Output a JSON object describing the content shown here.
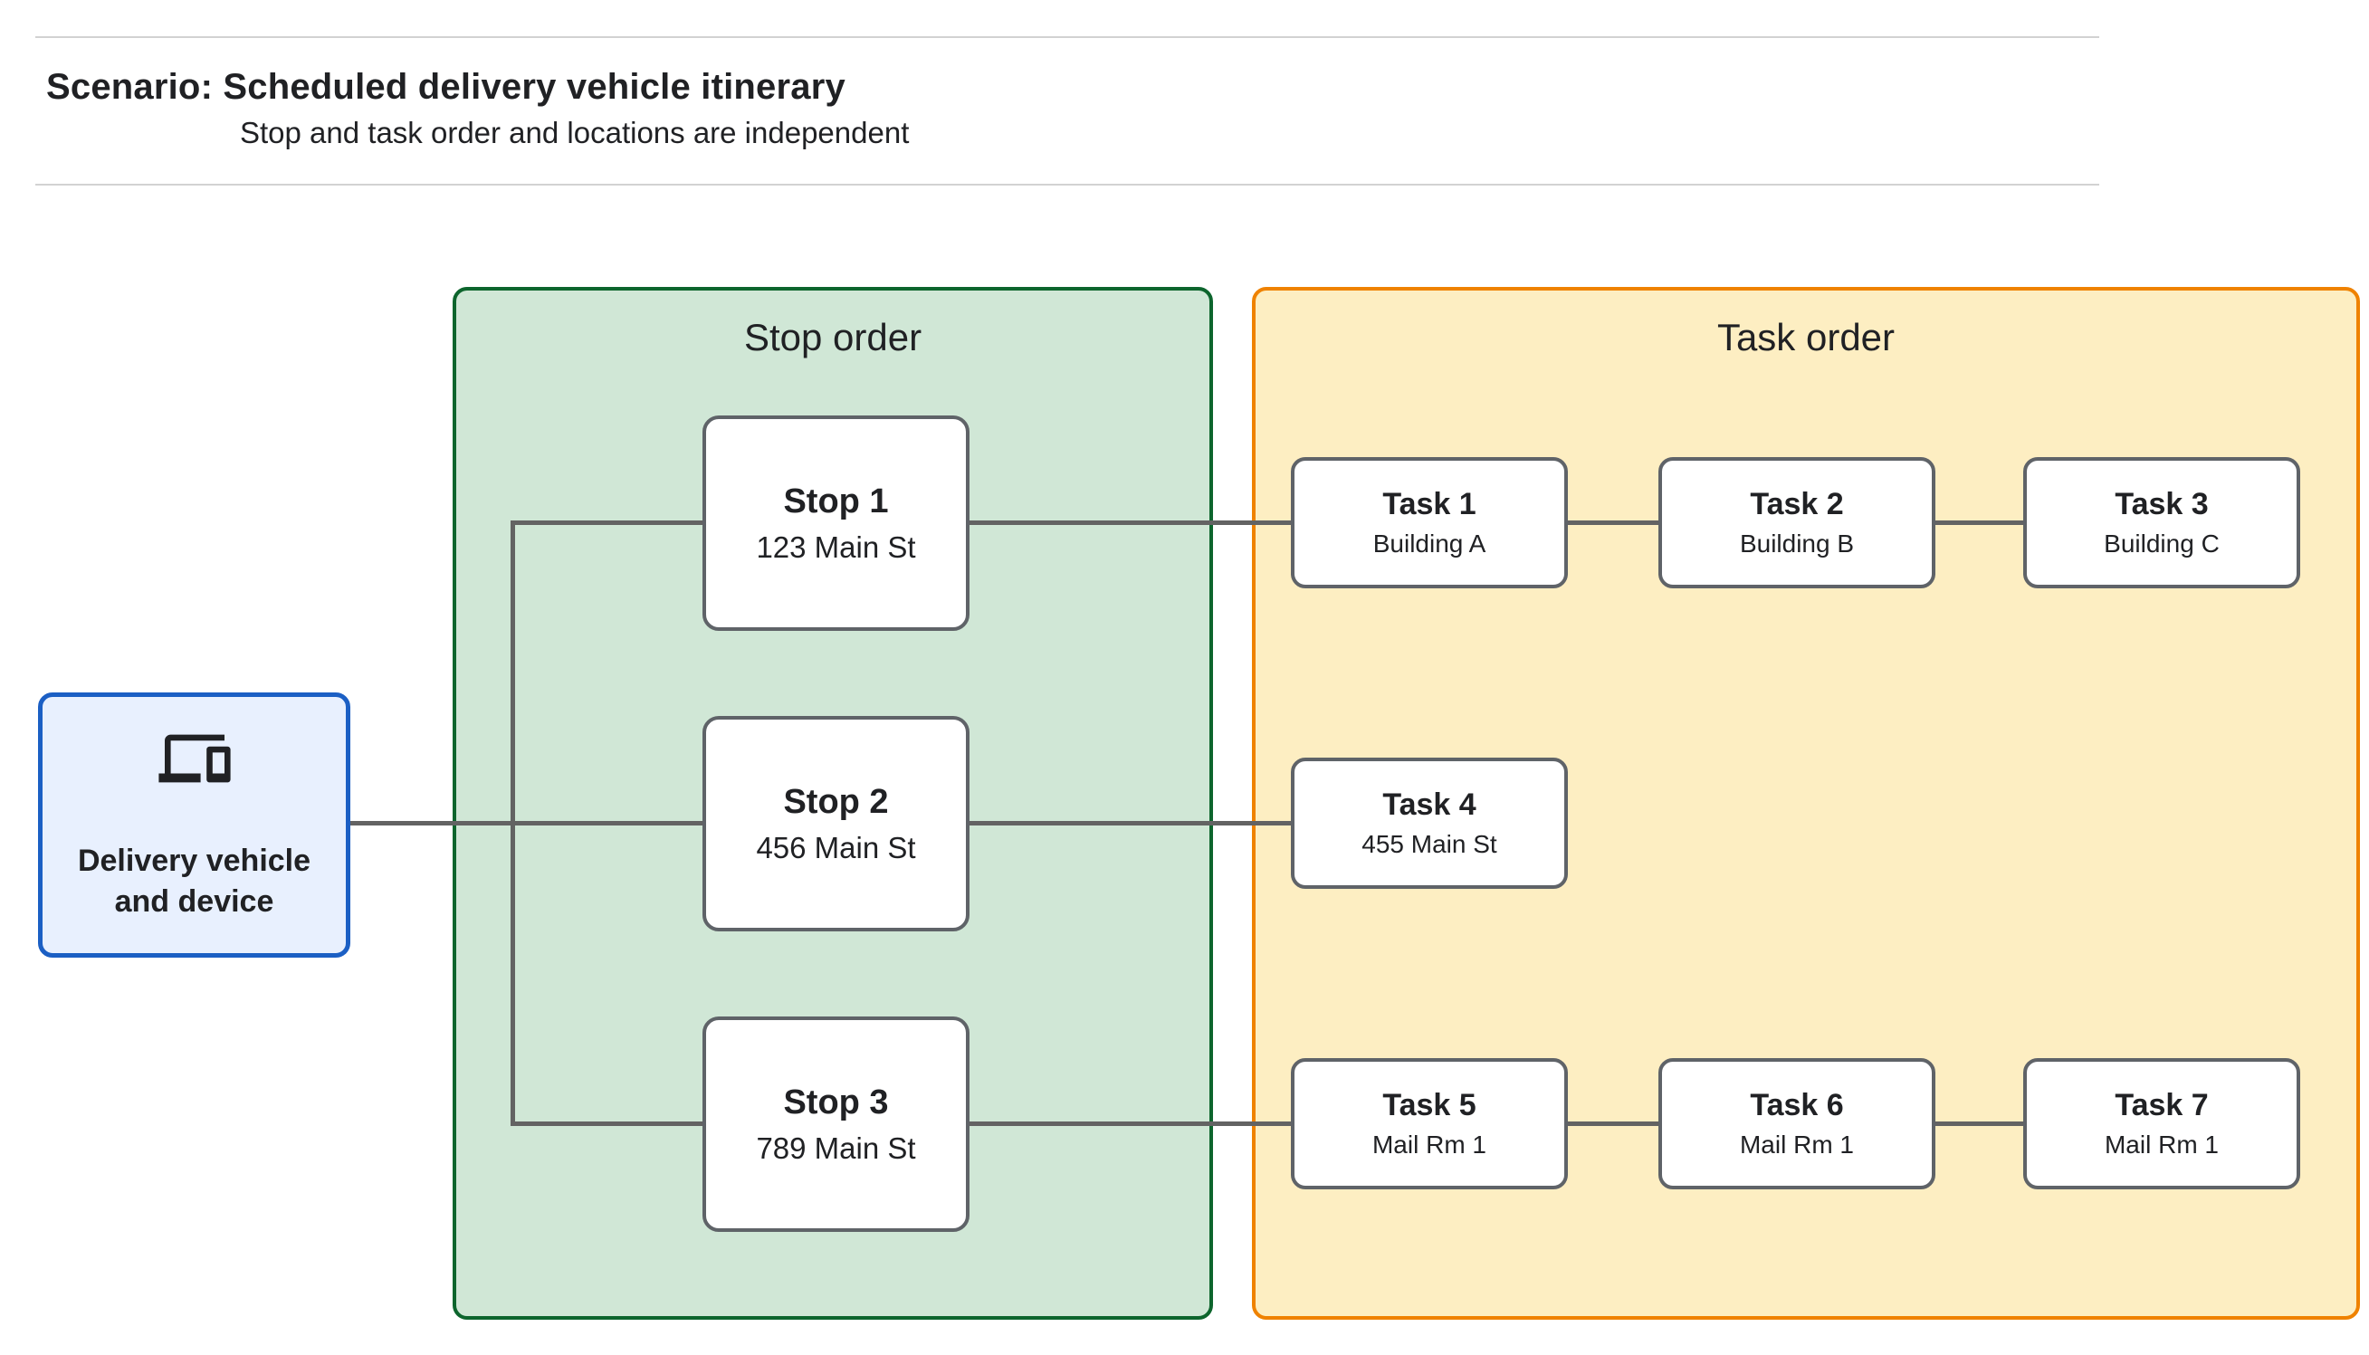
{
  "header": {
    "title": "Scenario: Scheduled delivery vehicle itinerary",
    "subtitle": "Stop and task order and locations are independent"
  },
  "source_node": {
    "label": "Delivery vehicle and device",
    "icon": "devices-icon"
  },
  "groups": {
    "stops": {
      "title": "Stop order"
    },
    "tasks": {
      "title": "Task order"
    }
  },
  "stops": [
    {
      "title": "Stop 1",
      "subtitle": "123 Main St"
    },
    {
      "title": "Stop 2",
      "subtitle": "456 Main St"
    },
    {
      "title": "Stop 3",
      "subtitle": "789 Main St"
    }
  ],
  "tasks": [
    {
      "title": "Task 1",
      "subtitle": "Building A"
    },
    {
      "title": "Task 2",
      "subtitle": "Building B"
    },
    {
      "title": "Task 3",
      "subtitle": "Building C"
    },
    {
      "title": "Task 4",
      "subtitle": "455 Main St"
    },
    {
      "title": "Task 5",
      "subtitle": "Mail Rm 1"
    },
    {
      "title": "Task 6",
      "subtitle": "Mail Rm 1"
    },
    {
      "title": "Task 7",
      "subtitle": "Mail Rm 1"
    }
  ],
  "colors": {
    "stop_group_fill": "#d0e7d6",
    "stop_group_border": "#0d652d",
    "task_group_fill": "#fdeec2",
    "task_group_border": "#ef8200",
    "source_fill": "#e8f0fe",
    "source_border": "#1b5fc4",
    "node_border": "#5f6368",
    "connector": "#636363",
    "text": "#202124",
    "divider": "#d2d2d2"
  }
}
